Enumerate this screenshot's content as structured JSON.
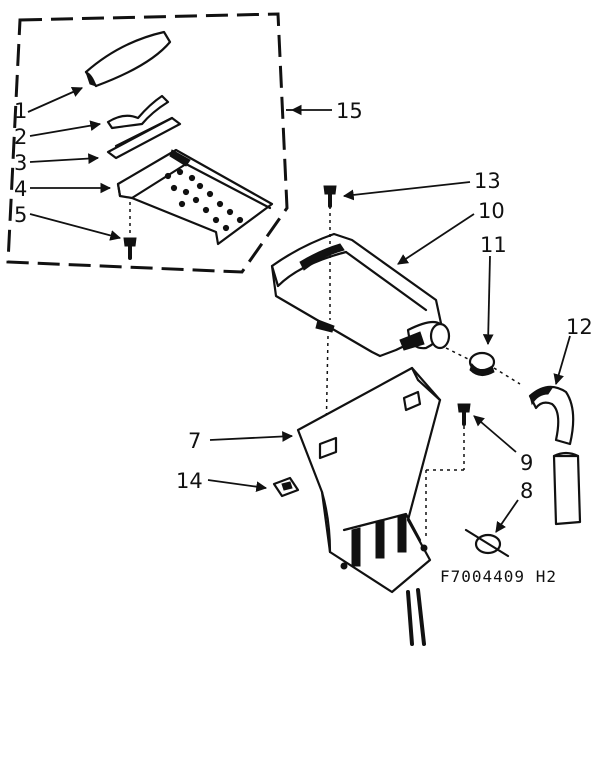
{
  "figure_code": "F7004409 H2",
  "callouts": {
    "c1": "1",
    "c2": "2",
    "c3": "3",
    "c4": "4",
    "c5": "5",
    "c7": "7",
    "c8": "8",
    "c9": "9",
    "c10": "10",
    "c11": "11",
    "c12": "12",
    "c13": "13",
    "c14": "14",
    "c15": "15"
  }
}
